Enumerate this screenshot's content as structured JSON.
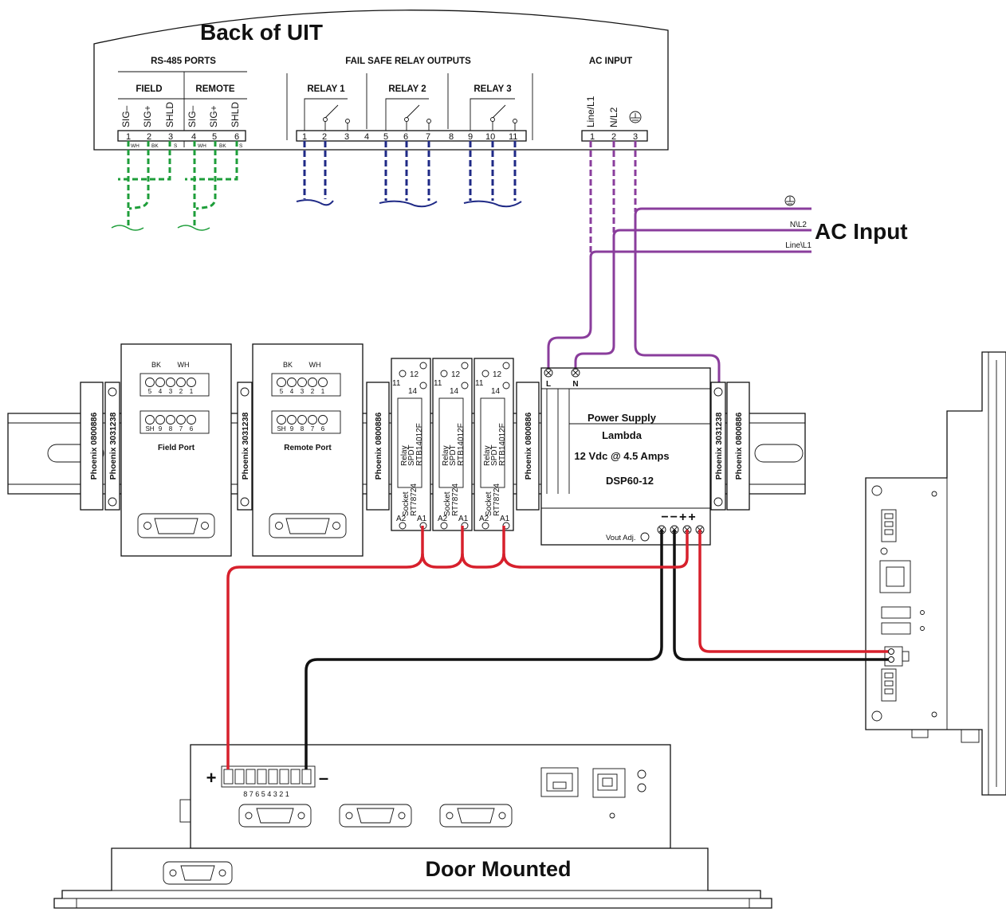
{
  "uit": {
    "title": "Back of UIT",
    "rs485": {
      "heading": "RS-485 PORTS",
      "field": "FIELD",
      "remote": "REMOTE",
      "labels": [
        "SIG–",
        "SIG+",
        "SHLD",
        "SIG–",
        "SIG+",
        "SHLD"
      ],
      "numbers": [
        "1",
        "2",
        "3",
        "4",
        "5",
        "6"
      ],
      "wire_tags": [
        "WH",
        "BK",
        "S",
        "WH",
        "BK",
        "S"
      ]
    },
    "relay": {
      "heading": "FAIL SAFE RELAY OUTPUTS",
      "names": [
        "RELAY 1",
        "RELAY 2",
        "RELAY 3"
      ],
      "numbers": [
        "1",
        "2",
        "3",
        "4",
        "5",
        "6",
        "7",
        "8",
        "9",
        "10",
        "11"
      ]
    },
    "ac": {
      "heading": "AC INPUT",
      "labels": [
        "Line/L1",
        "N/L2"
      ],
      "numbers": [
        "1",
        "2",
        "3"
      ]
    }
  },
  "ac_input": {
    "title": "AC Input",
    "line_labels": [
      "N\\L2",
      "Line\\L1"
    ]
  },
  "din_rail": {
    "end_stop_a": "Phoenix 0800886",
    "end_stop_b": "Phoenix 3031238",
    "field_port": {
      "name": "Field Port",
      "top_tags": [
        "BK",
        "WH"
      ],
      "row1": [
        "5",
        "4",
        "3",
        "2",
        "1"
      ],
      "row2": [
        "SH",
        "9",
        "8",
        "7",
        "6"
      ]
    },
    "remote_port": {
      "name": "Remote Port",
      "top_tags": [
        "BK",
        "WH"
      ],
      "row1": [
        "5",
        "4",
        "3",
        "2",
        "1"
      ],
      "row2": [
        "SH",
        "9",
        "8",
        "7",
        "6"
      ]
    },
    "relay_module": {
      "text1": "Relay",
      "text2": "SPDT",
      "part": "RTB14012F",
      "socket": "Socket",
      "socket_part": "RT78724",
      "pins": [
        "11",
        "12",
        "14",
        "A2",
        "A1"
      ]
    },
    "power_supply": {
      "line1": "Power Supply",
      "line2": "Lambda",
      "line3": "12 Vdc @ 4.5 Amps",
      "line4": "DSP60-12",
      "l": "L",
      "n": "N",
      "polarity": "−−++",
      "vout": "Vout Adj."
    }
  },
  "door": {
    "title": "Door Mounted",
    "plus": "+",
    "minus": "–",
    "pins": "8 7 6 5 4 3 2 1"
  },
  "colors": {
    "green": "#1e9e3a",
    "blue": "#1f2a86",
    "purple": "#8a3d9c",
    "red": "#d7202c",
    "black": "#111111"
  }
}
